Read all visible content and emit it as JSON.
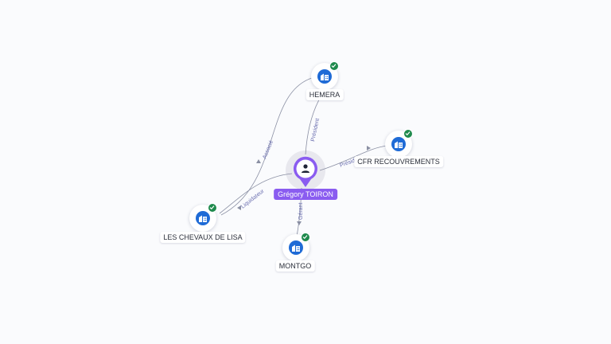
{
  "diagram": {
    "center": {
      "name": "Grégory TOIRON",
      "icon": "person-icon",
      "color": "#8a5cf0"
    },
    "nodes": [
      {
        "id": "hemera",
        "label": "HEMERA",
        "icon": "company-building-icon",
        "verified": true
      },
      {
        "id": "cfr",
        "label": "CFR RECOUVREMENTS",
        "icon": "company-building-icon",
        "verified": true
      },
      {
        "id": "lisa",
        "label": "LES CHEVAUX DE LISA",
        "icon": "company-building-icon",
        "verified": true
      },
      {
        "id": "montgo",
        "label": "MONTGO",
        "icon": "company-building-icon",
        "verified": true
      }
    ],
    "edges": [
      {
        "from": "center",
        "to": "hemera",
        "label": "Président"
      },
      {
        "from": "center",
        "to": "cfr",
        "label": "Président"
      },
      {
        "from": "center",
        "to": "lisa",
        "label": "Liquidateur"
      },
      {
        "from": "center",
        "to": "montgo",
        "label": "Gérant"
      },
      {
        "from": "lisa",
        "to": "hemera",
        "label": "Associé"
      }
    ],
    "colors": {
      "company": "#1f6bd6",
      "verified": "#1f8a4d",
      "edge": "#8a8fa3",
      "edge_label": "#6b6fb0"
    }
  }
}
